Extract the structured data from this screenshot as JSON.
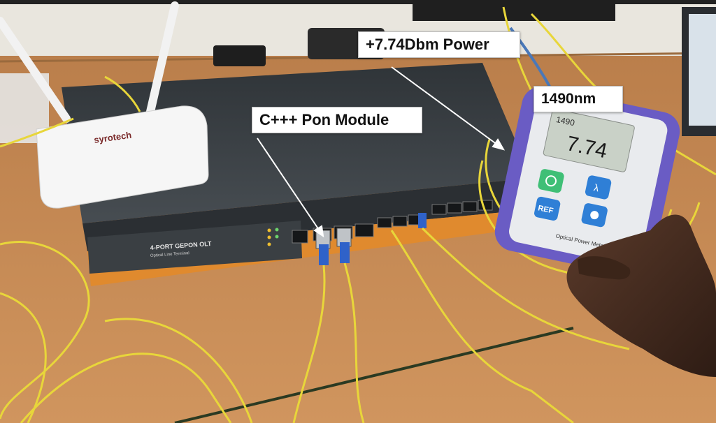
{
  "callouts": {
    "power": "+7.74Dbm Power",
    "wavelength": "1490nm",
    "module": "C+++ Pon Module"
  },
  "devices": {
    "router_brand": "syrotech",
    "olt_label": "4-PORT GEPON OLT",
    "olt_sublabel": "Optical Line Terminal",
    "meter_top_reading": "1490",
    "meter_main_reading": "7.74",
    "meter_ref_button": "REF",
    "meter_name": "Optical Power Meter"
  },
  "colors": {
    "table": "#c58a52",
    "olt_body": "#3a3f43",
    "olt_front_stripe": "#e08a2e",
    "fiber_cable": "#e8d63a",
    "meter_body": "#6a5cc4",
    "meter_face": "#e9ebee",
    "meter_lcd": "#c9d1c7",
    "button_green": "#3fbf76",
    "button_blue": "#2f7fd6",
    "callout_bg": "#ffffff"
  }
}
